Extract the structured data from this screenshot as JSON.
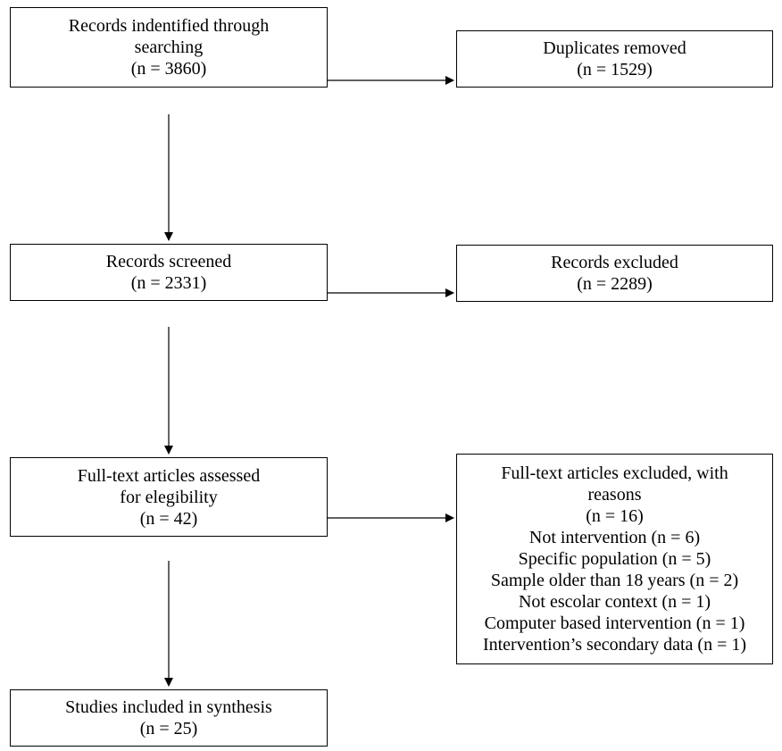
{
  "boxes": {
    "identified": {
      "lines": [
        "Records indentified through",
        "searching",
        "(n = 3860)"
      ]
    },
    "duplicates": {
      "lines": [
        "Duplicates removed",
        "(n = 1529)"
      ]
    },
    "screened": {
      "lines": [
        "Records screened",
        "(n = 2331)"
      ]
    },
    "excluded": {
      "lines": [
        "Records excluded",
        "(n = 2289)"
      ]
    },
    "assessed": {
      "lines": [
        "Full-text articles assessed",
        "for elegibility",
        "(n = 42)"
      ]
    },
    "fulltext_excluded": {
      "lines": [
        "Full-text articles excluded, with",
        "reasons",
        "(n = 16)",
        "Not intervention (n = 6)",
        "Specific population (n = 5)",
        "Sample older than 18 years (n = 2)",
        "Not escolar context (n = 1)",
        "Computer based intervention (n = 1)",
        "Intervention’s secondary data (n = 1)"
      ]
    },
    "included": {
      "lines": [
        "Studies included in synthesis",
        "(n = 25)"
      ]
    }
  }
}
